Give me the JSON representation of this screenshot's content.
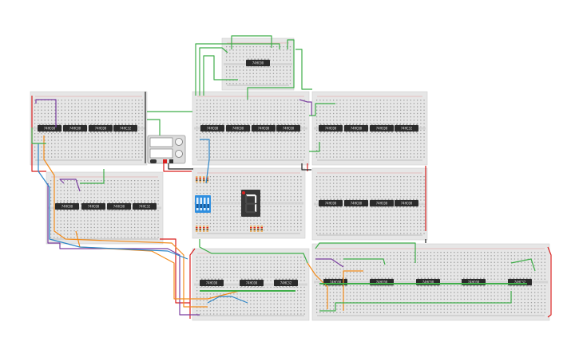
{
  "chips": [
    {
      "board": "top-center",
      "label": "74HC08"
    },
    {
      "board": "left-upper",
      "label": "74HC08"
    },
    {
      "board": "left-upper",
      "label": "74HC08"
    },
    {
      "board": "left-upper",
      "label": "74HC08"
    },
    {
      "board": "left-upper",
      "label": "74HC32"
    },
    {
      "board": "center-upper",
      "label": "74HC08"
    },
    {
      "board": "center-upper",
      "label": "74HC08"
    },
    {
      "board": "center-upper",
      "label": "74HC08"
    },
    {
      "board": "center-upper",
      "label": "74HC08"
    },
    {
      "board": "right-upper",
      "label": "74HC08"
    },
    {
      "board": "right-upper",
      "label": "74HC08"
    },
    {
      "board": "right-upper",
      "label": "74HC08"
    },
    {
      "board": "right-upper",
      "label": "74HC32"
    },
    {
      "board": "left-lower",
      "label": "74HC08"
    },
    {
      "board": "left-lower",
      "label": "74HC08"
    },
    {
      "board": "left-lower",
      "label": "74HC08"
    },
    {
      "board": "left-lower",
      "label": "74HC32"
    },
    {
      "board": "right-middle",
      "label": "74HC08"
    },
    {
      "board": "right-middle",
      "label": "74HC08"
    },
    {
      "board": "right-middle",
      "label": "74HC08"
    },
    {
      "board": "right-middle",
      "label": "74HC08"
    },
    {
      "board": "center-bottom",
      "label": "74HC08"
    },
    {
      "board": "center-bottom",
      "label": "74HC08"
    },
    {
      "board": "center-bottom",
      "label": "74HC32"
    },
    {
      "board": "right-bottom",
      "label": "74HC08"
    },
    {
      "board": "right-bottom",
      "label": "74HC08"
    },
    {
      "board": "right-bottom",
      "label": "74HC08"
    },
    {
      "board": "right-bottom",
      "label": "74HC08"
    },
    {
      "board": "right-bottom",
      "label": "74HC32"
    }
  ],
  "display": {
    "digit": "7"
  },
  "colors": {
    "board": "#e6e6e6",
    "chip": "#2b2b2b",
    "wire_red": "#d9201f",
    "wire_green": "#3fae49",
    "wire_purple": "#7b3fa0",
    "wire_orange": "#f28c1c",
    "wire_blue": "#2f87c8",
    "wire_black": "#222222",
    "segment_on": "#f2f2f2",
    "segment_off": "#4a4a4a",
    "dip_switch": "#2f8fe0"
  },
  "icons": [
    "power-supply-icon",
    "seven-segment-display-icon",
    "dip-switch-icon",
    "resistor-icon"
  ]
}
